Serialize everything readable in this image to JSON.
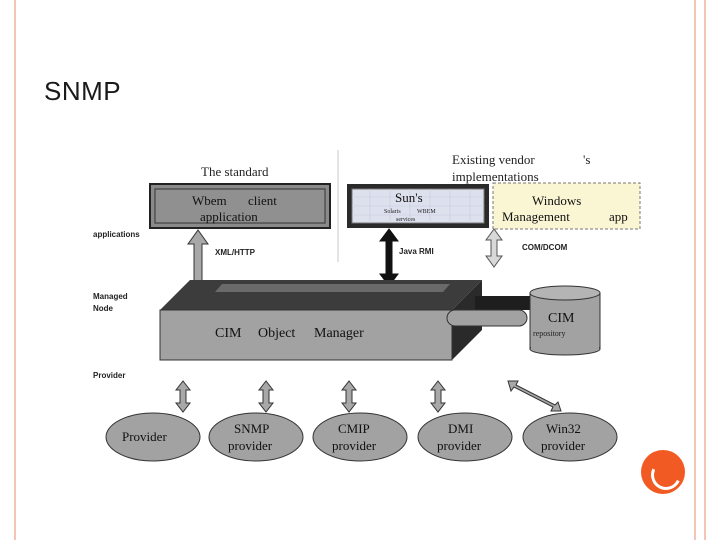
{
  "slide": {
    "title": "SNMP",
    "accent_color": "#f15a22",
    "frame_color": "#f2c6b4"
  },
  "diagram": {
    "header_standard": "The standard",
    "header_vendor_line1": "Existing vendor",
    "header_vendor_mark": "'s",
    "header_vendor_line2": "implementations",
    "wbem_line1": "Wbem",
    "wbem_line2": "client",
    "wbem_line3": "application",
    "sun_title": "Sun's",
    "sun_sub1": "Solaris",
    "sun_sub2": "WBEM",
    "sun_sub3": "services",
    "windows_line1": "Windows",
    "windows_line2": "Management",
    "windows_line3": "app",
    "label_applications": "applications",
    "label_managed_node_1": "Managed",
    "label_managed_node_2": "Node",
    "label_provider": "Provider",
    "proto_xml": "XML/HTTP",
    "proto_rmi": "Java RMI",
    "proto_com": "COM/DCOM",
    "cim_word1": "CIM",
    "cim_word2": "Object",
    "cim_word3": "Manager",
    "repo_title": "CIM",
    "repo_sub": "repository",
    "providers": [
      {
        "line1": "Provider",
        "line2": ""
      },
      {
        "line1": "SNMP",
        "line2": "provider"
      },
      {
        "line1": "CMIP",
        "line2": "provider"
      },
      {
        "line1": "DMI",
        "line2": "provider"
      },
      {
        "line1": "Win32",
        "line2": "provider"
      }
    ]
  }
}
